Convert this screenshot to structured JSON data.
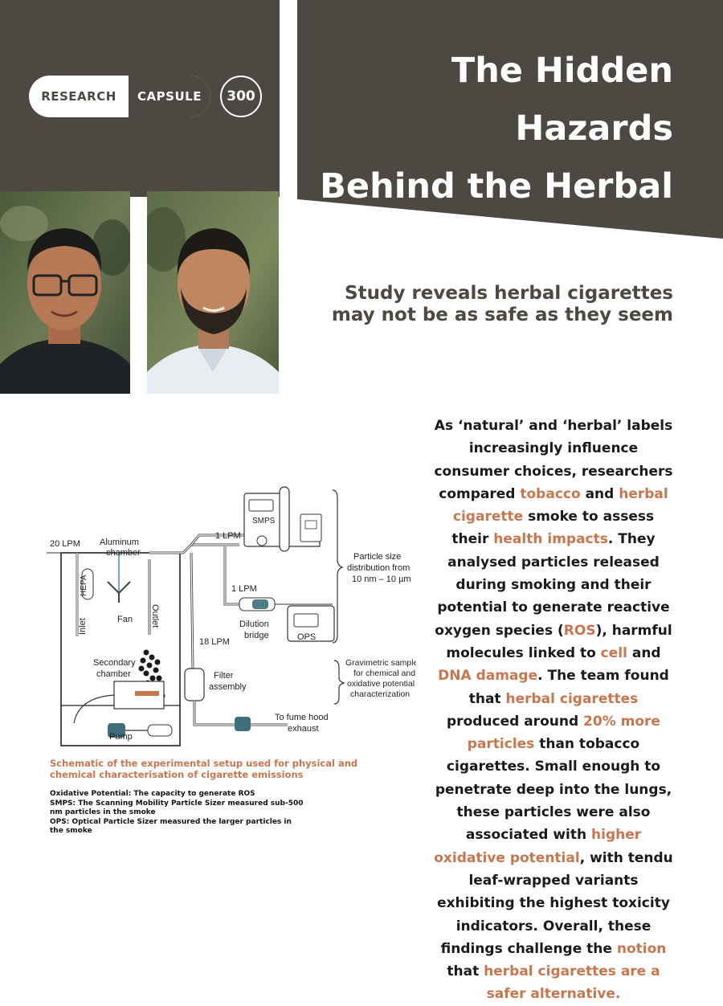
{
  "header": {
    "badge_left": "RESEARCH",
    "badge_mid": "CAPSULE",
    "badge_number": "300",
    "title_lines": [
      "The Hidden Hazards",
      "Behind the Herbal",
      "Hype"
    ],
    "bg_color": "#4e4843"
  },
  "subtitle_lines": [
    "Study reveals herbal cigarettes",
    "may not be as safe as they seem"
  ],
  "accent_color": "#c9764e",
  "body": [
    [
      "As ‘natural’ and ‘herbal’ labels increasingly influence consumer choices, researchers compared ",
      false
    ],
    [
      "tobacco",
      true
    ],
    [
      " and ",
      false
    ],
    [
      "herbal cigarette",
      true
    ],
    [
      " smoke to assess their ",
      false
    ],
    [
      "health impacts",
      true
    ],
    [
      ". They analysed particles released during smoking and their potential to generate reactive oxygen species (",
      false
    ],
    [
      "ROS",
      true
    ],
    [
      "), harmful molecules linked to ",
      false
    ],
    [
      "cell",
      true
    ],
    [
      " and ",
      false
    ],
    [
      "DNA damage",
      true
    ],
    [
      ". The team found that ",
      false
    ],
    [
      "herbal cigarettes",
      true
    ],
    [
      " produced around ",
      false
    ],
    [
      "20% more particles",
      true
    ],
    [
      " than tobacco cigarettes. Small enough to penetrate deep into the lungs, these particles were also associated with ",
      false
    ],
    [
      "higher oxidative potential",
      true
    ],
    [
      ", with tendu leaf-wrapped variants exhibiting the highest toxicity indicators. Overall, these findings challenge the ",
      false
    ],
    [
      "notion",
      true
    ],
    [
      " that ",
      false
    ],
    [
      "herbal cigarettes are a safer alternative.",
      true
    ]
  ],
  "diagram": {
    "flow_20": "20 LPM",
    "aluminum_1": "Aluminum",
    "aluminum_2": "chamber",
    "hepa": "HEPA",
    "inlet": "Inlet",
    "fan": "Fan",
    "outlet": "Outlet",
    "secondary_1": "Secondary",
    "secondary_2": "chamber",
    "pump": "Pump",
    "flow_1a": "1 LPM",
    "flow_1b": "1 LPM",
    "flow_18": "18 LPM",
    "smps": "SMPS",
    "ops": "OPS",
    "dilution_1": "Dilution",
    "dilution_2": "bridge",
    "filter_1": "Filter",
    "filter_2": "assembly",
    "psd_1": "Particle size",
    "psd_2": "distribution from",
    "psd_3": "10 nm – 10 µm",
    "grav_1": "Gravimetric sample",
    "grav_2": "for chemical and",
    "grav_3": "oxidative potential",
    "grav_4": "characterization",
    "fume_1": "To fume hood",
    "fume_2": "exhaust"
  },
  "caption": "Schematic of the experimental setup used for physical and chemical characterisation of cigarette emissions",
  "notes": [
    "Oxidative Potential: The capacity to generate ROS",
    "SMPS: The Scanning Mobility Particle Sizer measured sub-500 nm particles in the smoke",
    "OPS: Optical Particle Sizer measured the larger particles in the smoke"
  ]
}
